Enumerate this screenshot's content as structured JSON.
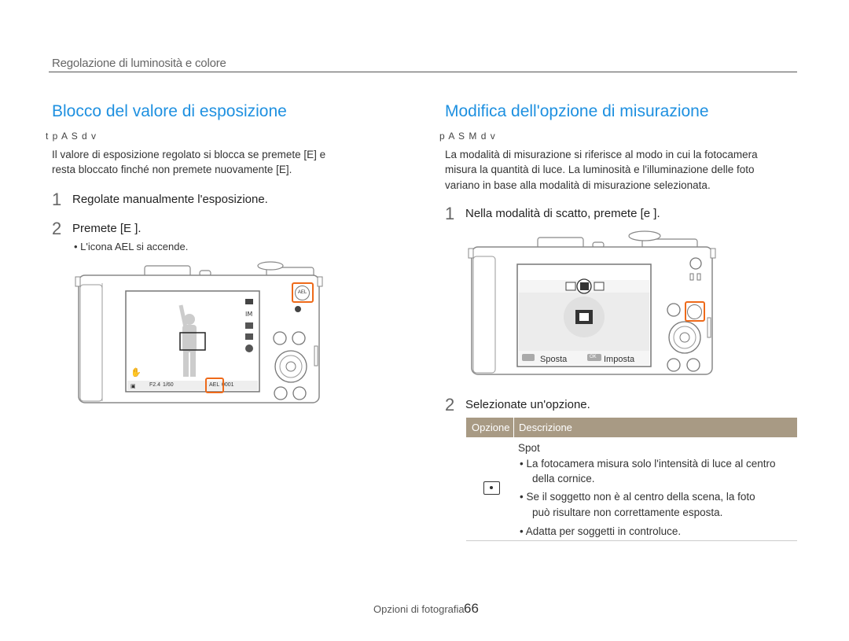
{
  "header": {
    "section": "Regolazione di luminosità e colore"
  },
  "left": {
    "title": "Blocco del valore di esposizione",
    "modes": "t p A S d v",
    "para1": "Il valore di esposizione regolato si blocca se premete [E] e",
    "para2": "resta bloccato finché non premete nuovamente [E].",
    "step1_num": "1",
    "step1": "Regolate manualmente l'esposizione.",
    "step2_num": "2",
    "step2": "Premete [E    ].",
    "bullet": "•  L'icona AEL si accende.",
    "lcd": {
      "aperture": "F2.4",
      "shutter": "1/60",
      "ael": "AEL",
      "count": "0001"
    }
  },
  "right": {
    "title": "Modifica dell'opzione di misurazione",
    "modes": "p A S M d v",
    "para1": "La modalità di misurazione si riferisce al modo in cui la fotocamera",
    "para2": "misura la quantità di luce. La luminosità e l'illuminazione delle foto",
    "para3": "variano in base alla modalità di misurazione selezionata.",
    "step1_num": "1",
    "step1": "Nella modalità di scatto, premete [e    ].",
    "step2_num": "2",
    "step2": "Selezionate un'opzione.",
    "lcd": {
      "move": "Sposta",
      "ok": "OK",
      "set": "Imposta"
    }
  },
  "table": {
    "headers": [
      "Opzione",
      "Descrizione"
    ],
    "row": {
      "name": "Spot",
      "b1a": "•  La fotocamera misura solo l'intensità di luce al centro",
      "b1b": "della cornice.",
      "b2a": "•  Se il soggetto non è al centro della scena, la foto",
      "b2b": "può risultare non correttamente esposta.",
      "b3": "•  Adatta per soggetti in controluce."
    }
  },
  "footer": {
    "label": "Opzioni di fotografia",
    "page": "66"
  },
  "colors": {
    "accent": "#1e90e0",
    "highlight": "#ee6a1a",
    "table_header": "#a89a84"
  }
}
